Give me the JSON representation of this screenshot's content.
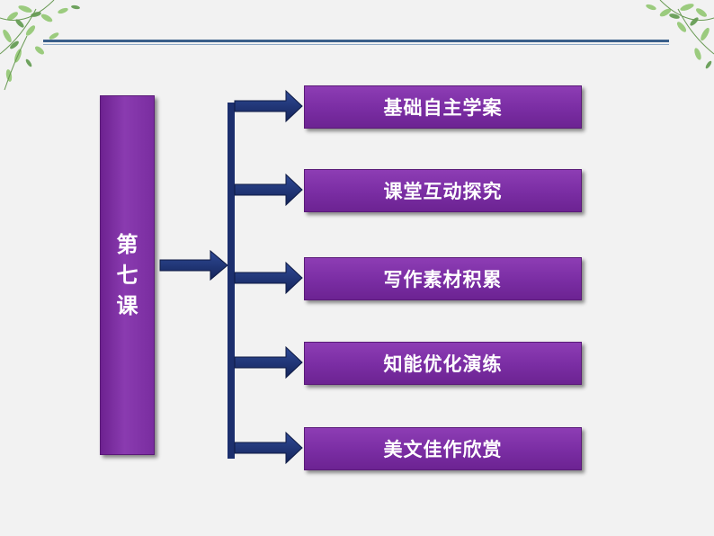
{
  "lesson": {
    "title": "第七课"
  },
  "menu": {
    "items": [
      {
        "label": "基础自主学案"
      },
      {
        "label": "课堂互动探究"
      },
      {
        "label": "写作素材积累"
      },
      {
        "label": "知能优化演练"
      },
      {
        "label": "美文佳作欣赏"
      }
    ]
  },
  "colors": {
    "box_purple": "#7a2da3",
    "connector_navy": "#1c2f6e",
    "rule_blue": "#3a5f8a",
    "background": "#f2f2f2"
  }
}
